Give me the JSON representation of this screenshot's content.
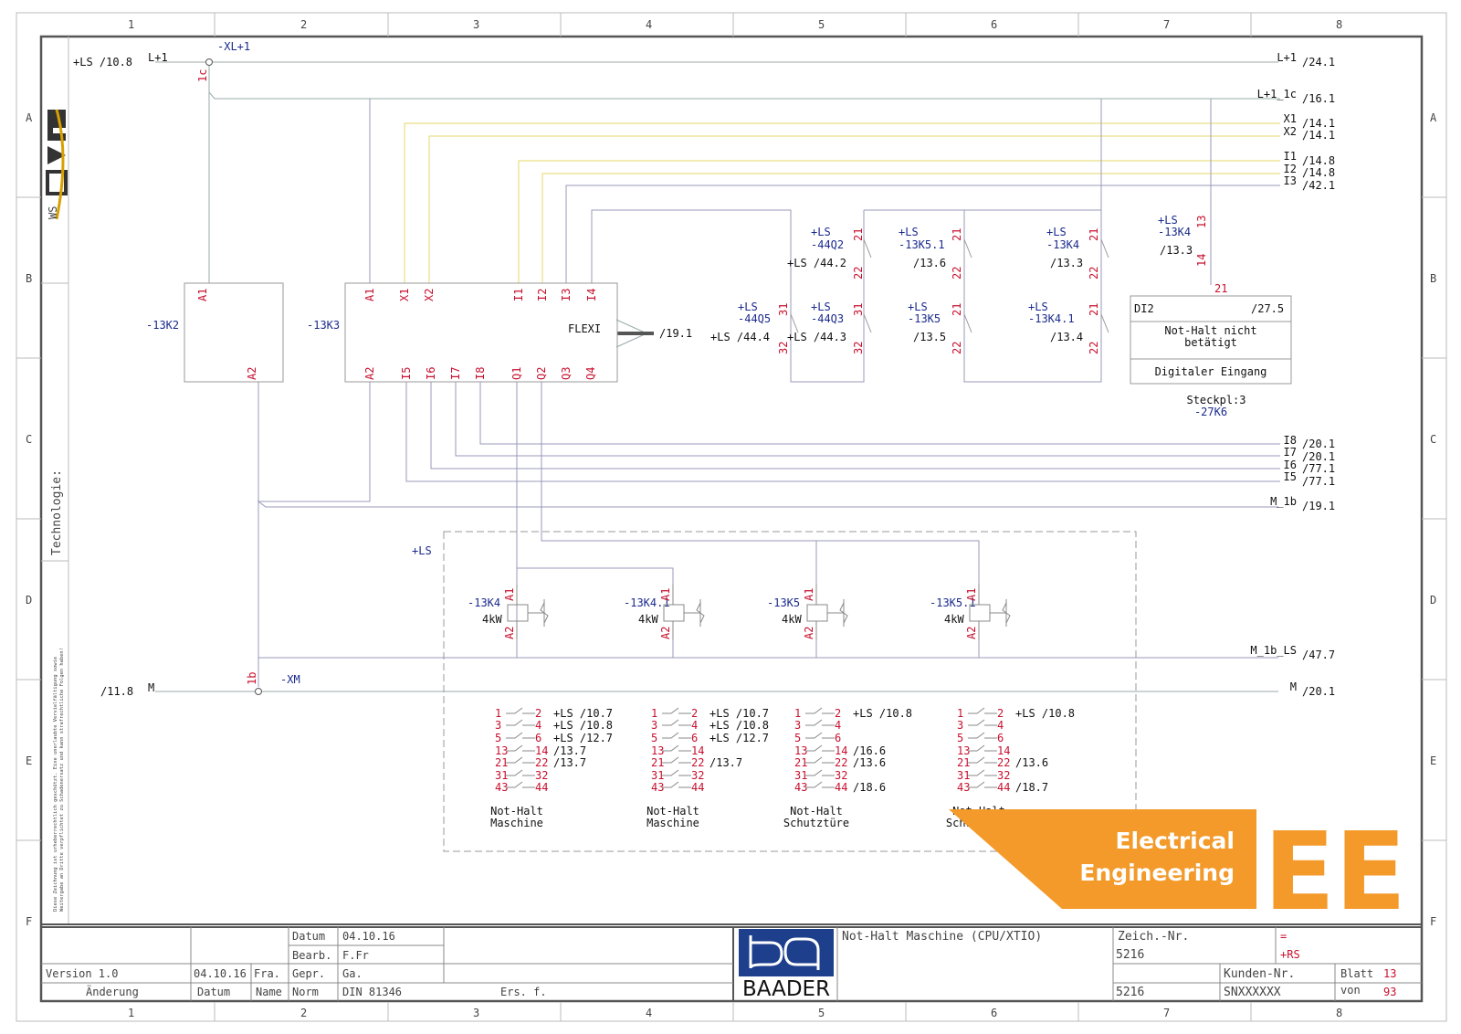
{
  "grid": {
    "columns": [
      "1",
      "2",
      "3",
      "4",
      "5",
      "6",
      "7",
      "8"
    ],
    "rows": [
      "A",
      "B",
      "C",
      "D",
      "E",
      "F"
    ]
  },
  "side": {
    "brand": "WS",
    "technology_label": "Technologie:",
    "copyright_line1": "Diese Zeichnung ist urheberrechtlich geschützt. Eine unerlaubte Vervielfältigung sowie",
    "copyright_line2": "Weitergabe an Dritte verpflichtet zu Schadenersatz und kann strafrechtliche Folgen haben!"
  },
  "rails": {
    "left_top_ref": "+LS /10.8",
    "left_top_sig": "L+1",
    "xl_terminal": "-XL+1",
    "xl_pin": "1c",
    "right_labels": [
      {
        "sig": "L+1",
        "ref": "/24.1"
      },
      {
        "sig": "L+1_1c",
        "ref": "/16.1"
      },
      {
        "sig": "X1",
        "ref": "/14.1"
      },
      {
        "sig": "X2",
        "ref": "/14.1"
      },
      {
        "sig": "I1",
        "ref": "/14.8"
      },
      {
        "sig": "I2",
        "ref": "/14.8"
      },
      {
        "sig": "I3",
        "ref": "/42.1"
      },
      {
        "sig": "I8",
        "ref": "/20.1"
      },
      {
        "sig": "I7",
        "ref": "/20.1"
      },
      {
        "sig": "I6",
        "ref": "/77.1"
      },
      {
        "sig": "I5",
        "ref": "/77.1"
      },
      {
        "sig": "M_1b",
        "ref": "/19.1"
      },
      {
        "sig": "M_1b_LS",
        "ref": "/47.7"
      },
      {
        "sig": "M",
        "ref": "/20.1"
      }
    ],
    "left_m_ref": "/11.8",
    "left_m_sig": "M",
    "xm_terminal": "-XM",
    "xm_pin": "1b"
  },
  "k2": {
    "name": "-13K2",
    "a1": "A1",
    "a2": "A2"
  },
  "k3": {
    "name": "-13K3",
    "type": "FLEXI",
    "ref": "/19.1",
    "top_pins": [
      "A1",
      "X1",
      "X2",
      "I1",
      "I2",
      "I3",
      "I4"
    ],
    "bottom_pins": [
      "A2",
      "I5",
      "I6",
      "I7",
      "I8",
      "Q1",
      "Q2",
      "Q3",
      "Q4"
    ]
  },
  "contacts_top": [
    {
      "loc": "+LS",
      "tag": "-44Q2",
      "t1": "21",
      "t2": "22",
      "ref": "+LS /44.2"
    },
    {
      "loc": "+LS",
      "tag": "-13K5.1",
      "t1": "21",
      "t2": "22",
      "ref": "/13.6"
    },
    {
      "loc": "+LS",
      "tag": "-13K4",
      "t1": "21",
      "t2": "22",
      "ref": "/13.3"
    },
    {
      "loc": "+LS",
      "tag": "-13K4",
      "t1": "13",
      "t2": "14",
      "ref": "/13.3"
    }
  ],
  "contacts_mid": [
    {
      "loc": "+LS",
      "tag": "-44Q5",
      "t1": "31",
      "t2": "32",
      "ref": "+LS /44.4"
    },
    {
      "loc": "+LS",
      "tag": "-44Q3",
      "t1": "31",
      "t2": "32",
      "ref": "+LS /44.3"
    },
    {
      "loc": "+LS",
      "tag": "-13K5",
      "t1": "21",
      "t2": "22",
      "ref": "/13.5"
    },
    {
      "loc": "+LS",
      "tag": "-13K4.1",
      "t1": "21",
      "t2": "22",
      "ref": "/13.4"
    }
  ],
  "di": {
    "pin": "21",
    "name": "DI2",
    "ref": "/27.5",
    "desc1": "Not-Halt nicht",
    "desc2": "betätigt",
    "desc3": "Digitaler Eingang",
    "slot": "Steckpl:3",
    "tag": "-27K6"
  },
  "relay_group": {
    "loc": "+LS",
    "relays": [
      {
        "tag": "-13K4",
        "pw": "4kW",
        "a1": "A1",
        "a2": "A2",
        "caption1": "Not-Halt",
        "caption2": "Maschine",
        "refs": [
          "+LS /10.7",
          "+LS /10.8",
          "+LS /12.7",
          "/13.7",
          "/13.7",
          ""
        ]
      },
      {
        "tag": "-13K4.1",
        "pw": "4kW",
        "a1": "A1",
        "a2": "A2",
        "caption1": "Not-Halt",
        "caption2": "Maschine",
        "refs": [
          "+LS /10.7",
          "+LS /10.8",
          "+LS /12.7",
          "",
          "/13.7",
          ""
        ]
      },
      {
        "tag": "-13K5",
        "pw": "4kW",
        "a1": "A1",
        "a2": "A2",
        "caption1": "Not-Halt",
        "caption2": "Schutztüre",
        "refs": [
          "+LS /10.8",
          "",
          "",
          "/16.6",
          "/13.6",
          "/18.6"
        ]
      },
      {
        "tag": "-13K5.1",
        "pw": "4kW",
        "a1": "A1",
        "a2": "A2",
        "caption1": "Not-Halt",
        "caption2": "Schutztüre",
        "refs": [
          "+LS /10.8",
          "",
          "",
          "",
          "/13.6",
          "/18.7"
        ]
      }
    ],
    "contact_left": [
      "1",
      "3",
      "5",
      "13",
      "21",
      "31",
      "43"
    ],
    "contact_right": [
      "2",
      "4",
      "6",
      "14",
      "22",
      "32",
      "44"
    ]
  },
  "ee_banner": {
    "line1": "Electrical",
    "line2": "Engineering",
    "big": "EE"
  },
  "title_block": {
    "datum_label": "Datum",
    "datum_value": "04.10.16",
    "bearb_label": "Bearb.",
    "bearb_value": "F.Fr",
    "gepr_label": "Gepr.",
    "gepr_value": "Ga.",
    "norm_label": "Norm",
    "norm_value": "DIN 81346",
    "version": "Version 1.0",
    "change_date": "04.10.16",
    "change_name": "Fra.",
    "col_aenderung": "Änderung",
    "col_datum": "Datum",
    "col_name": "Name",
    "ers": "Ers. f.",
    "company": "BAADER",
    "description": "Not-Halt Maschine (CPU/XTIO)",
    "zeich_label": "Zeich.-Nr.",
    "zeich_value": "5216",
    "eq_sign": "=",
    "rs": "+RS",
    "kunden_label": "Kunden-Nr.",
    "kunden_value": "SNXXXXXX",
    "lower_num": "5216",
    "blatt_label": "Blatt",
    "blatt_value": "13",
    "von_label": "von",
    "von_value": "93"
  }
}
